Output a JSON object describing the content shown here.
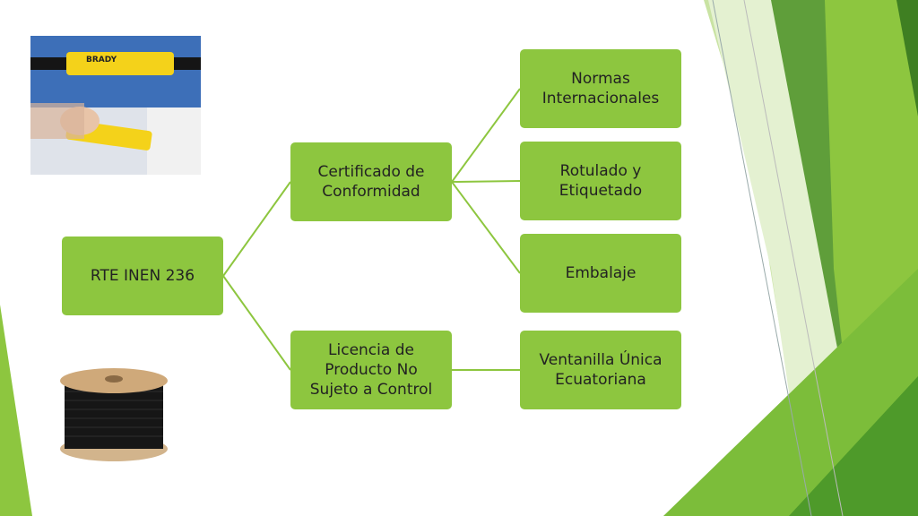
{
  "diagram": {
    "root": {
      "label": "RTE INEN 236"
    },
    "branches": [
      {
        "label": "Certificado de\nConformidad",
        "children": [
          {
            "label": "Normas\nInternacionales"
          },
          {
            "label": "Rotulado y\nEtiquetado"
          },
          {
            "label": "Embalaje"
          }
        ]
      },
      {
        "label": "Licencia de\nProducto No\nSujeto a Control",
        "children": [
          {
            "label": "Ventanilla Única\nEcuatoriana"
          }
        ]
      }
    ]
  },
  "images": {
    "label_photo": {
      "brand": "BRADY"
    },
    "cable_reel_photo": {}
  },
  "colors": {
    "node_fill": "#8dc63f",
    "connector": "#8dc63f",
    "accent_dark": "#4e9a2a",
    "accent_mid": "#7cbd3a",
    "accent_light": "#c9e3a3"
  }
}
